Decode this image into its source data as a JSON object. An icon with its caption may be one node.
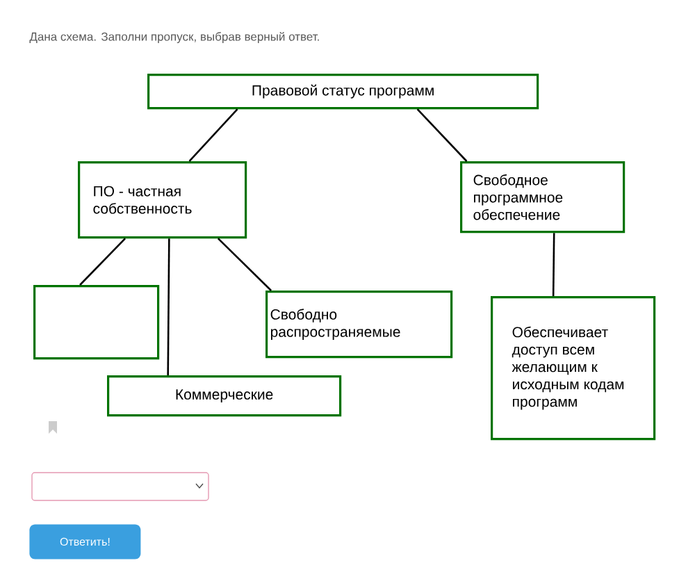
{
  "diagram": {
    "title": "Дана схема. Заполни пропуск, выбрав верный ответ.",
    "nodes": [
      {
        "text": [
          "Правовой статус программ"
        ]
      },
      {
        "text": [
          "ПО - частная собственность"
        ]
      },
      {
        "text": [
          "Свободное программное обеспечение"
        ]
      },
      {
        "text": [],
        "shape": "box"
      },
      {
        "text": [
          "Коммерческие"
        ]
      },
      {
        "text": [
          "Свободно распространяемые"
        ]
      },
      {
        "text": [
          "Обеспечивает доступ всем желающим к исходным кодам программ"
        ]
      }
    ],
    "edges": [
      {
        "from": 0,
        "to": 1,
        "arrow": "none"
      },
      {
        "from": 0,
        "to": 2,
        "arrow": "none"
      },
      {
        "from": 1,
        "to": 3,
        "arrow": "none"
      },
      {
        "from": 1,
        "to": 4,
        "arrow": "none"
      },
      {
        "from": 1,
        "to": 5,
        "arrow": "none"
      },
      {
        "from": 2,
        "to": 6,
        "arrow": "none"
      }
    ],
    "labels": [
      "Ответить!"
    ]
  }
}
